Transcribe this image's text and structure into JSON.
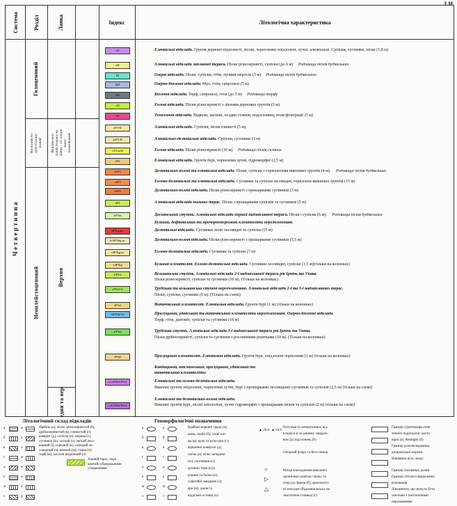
{
  "page_mark": "3 M",
  "headers": {
    "system": "Система",
    "division": "Розділ",
    "link": "Ланка",
    "index": "Індекс",
    "lithology": "Літологічна характеристика"
  },
  "system_label": "Четвертинна",
  "division_labels": {
    "holocene": "Голоценовий",
    "neopleist_holo": "Неоплейсто-цен-голоце-новий",
    "neopleist": "Неоплейстоценовий"
  },
  "link_labels": {
    "upper_holo": "Верхня нео-плейстоцено-ва ланка - го-лоцен непо-членований",
    "upper": "Верхня",
    "middle_upper": "Середня та верхня"
  },
  "rows": [
    {
      "index": "eH",
      "color": "#c58cf0",
      "text_b": "Елювіальні відклади.",
      "text": " Ґрунти дерново-підзолисті, лісові, чорноземні опідзолені, лучні, алювіальні.  Супіски, суглинки, піски (1,8 м)",
      "note": ""
    },
    {
      "index": "aH",
      "color": "#f0ef92",
      "text_b": "Алювіальні відклади заплавної тераси.",
      "text": "  Піски різнозернисті, супіски (до 6 м)",
      "note": "Родовища пісків будівельних"
    },
    {
      "index": "lH",
      "color": "#66e6d2",
      "text_b": "Озерні відклади.",
      "text": "  Піски, супіски, гітія, лучний мергель (3 м)",
      "note": "Родовища пісків будівельних"
    },
    {
      "index": "lbH",
      "color": "#a9b7e6",
      "text_b": "Озерно-біогенні відклади.",
      "text": "  Мул, гітія, сапропелі (5 м)",
      "note": ""
    },
    {
      "index": "bH",
      "color": "#6d7a86",
      "text_b": "Біогенні відклади.",
      "text": "  Торф, сапропелі, гітія (до 5 м)",
      "note": "Родовища торфу"
    },
    {
      "index": "vH",
      "color": "#c9ee3a",
      "text_b": "Еолові відклади.",
      "text": "  Піски різнозернисті з лінзами дернових ґрунтів (5 м)",
      "note": ""
    },
    {
      "index": "tH",
      "color": "#e84a8d",
      "text_b": "Техногенні відклади.",
      "text": "  Відвали, насипи, осадки ставків, водосховищ, поля фільтрації (5 м)",
      "note": ""
    },
    {
      "index": "aP3-H",
      "color": "#f3e9a2",
      "text_b": "Алювіальні відклади.",
      "text": "  Супіски, піски глинисті (5 м)",
      "note": ""
    },
    {
      "index": "adP3-H",
      "color": "#f1e7a8",
      "text_b": "Алювіально-делювіальні відклади.",
      "text": "  Супіски, суглинки (3 м)",
      "note": ""
    },
    {
      "index": "vP3-pcH",
      "color": "#ecef56",
      "text_b": "Еолові відклади.",
      "text": "  Піски різнозернисті (10 м)",
      "note": "Родовища пісків скляних"
    },
    {
      "index": "eP3",
      "color": "#f2c97a",
      "text_b": "Елювіальні відклади.",
      "text": "  Ґрунти бурі, чорноземи лучні, гідроморфні (2,5 м)",
      "note": ""
    },
    {
      "index": "dvP3",
      "color": "#f08848",
      "text_b": "Делювіально-еолові та елювіальні відклади.",
      "text": "  Піски, супіски з горизонтами викопних ґрунтів (4 м).",
      "note": "Родовища пісків будівельних"
    },
    {
      "index": "vdP3",
      "color": "#ef8e55",
      "text_b": "Еолово-делювіальні та елювіальні відклади.",
      "text": "  Суглинки та супіски лесовидні, горизонти викопних ґрунтів (15 м)",
      "note": ""
    },
    {
      "index": "dvP3",
      "color": "#f07b3f",
      "text_b": "Делювіально-еолові відклади.",
      "text": "  Піски різнозернисті з прошарками суглинків (3 м)",
      "note": ""
    },
    {
      "index": "aP3",
      "color": "#c4ee58",
      "text_b": "Алювіальні відклади низьких терас.",
      "text": "  Піски з прошарками супісків та суглинків (5 м)",
      "note": ""
    },
    {
      "index": "a¹P3ds",
      "color": "#d9f5a8",
      "text_b": "Деснянський ступінь. Алювіальні відклади першої надзаплавної тераси.",
      "text": " Піски і супіски (6 м).",
      "note": "Родовища пісків будівельних"
    },
    {
      "index": "",
      "color": "",
      "text_b": "Бузький, дофінівський та причорноморський кліматоліти нерозчленовані.",
      "text": "",
      "note": ""
    },
    {
      "index": "dP3bg-pc",
      "color": "#e33b3b",
      "text_b": "Делювіальні відклади.",
      "text": "  Суглинки легкі лесовидні та супіски (15 м)",
      "note": ""
    },
    {
      "index": "d-ldP3bg-pc",
      "color": "#efe7b5",
      "text_b": "Делювіально-еолові відклади.",
      "text": "  Піски різнозернисті з прошарками суглинків (5,5 м)",
      "note": ""
    },
    {
      "index": "vdP3bg-pc",
      "color": "#f4e5a6",
      "text_b": "Еолово-делювіальні відклади.",
      "text": "  Суглинки та супіски (7 м)",
      "note": ""
    },
    {
      "index": "vdP3bg",
      "color": "#f4dd8e",
      "text_b": "Бузький кліматоліт. Еолово-делювіальні відклади.",
      "text": "  Суглинки лесовидні, супіски (1,5 м)(тільки на колонках)",
      "note": ""
    },
    {
      "index": "a²P3vl",
      "color": "#c8ea5a",
      "text_b": "Вільшанська ступінь. Алювіальні відклади 2-ї надзаплавної тераси рік Ірпінь та Унава.",
      "text": "",
      "note": ""
    },
    {
      "index": "",
      "color": "",
      "text_b": "",
      "text": "Піски різнозернисті, супіски та суглинки (10 м). (Тільки на колонках)",
      "note": ""
    },
    {
      "index": "a²P3vl-tr",
      "color": "#9fe35a",
      "text_b": "Трубізька та вільшанська ступені нерозчленовані. Алювіальні відклади 2-ї та 3-ї надзаплавних терас.",
      "text": "",
      "note": ""
    },
    {
      "index": "",
      "color": "",
      "text_b": "",
      "text": "Піски, супіски, суглинки (9 м). (Тільки на схемі)",
      "note": ""
    },
    {
      "index": "eP3vt",
      "color": "#f4d77a",
      "text_b": "Витачівський кліматоліт. Елювіальні відклади.",
      "text": "  Ґрунти бурі (1 м) (тільки на колонках)",
      "note": ""
    },
    {
      "index": "l,lbP3pl-vt",
      "color": "#77b7e8",
      "text_b": "Прилуцький, удайський та витачівський кліматоліти нерозчленовані. Озерно-біогенні відклади.",
      "text": "",
      "note": ""
    },
    {
      "index": "",
      "color": "",
      "text_b": "",
      "text": "Торф, гітія, діатоміт, супіски та суглинки (18 м)",
      "note": ""
    },
    {
      "index": "a³P3tb",
      "color": "#7fe05a",
      "text_b": "Трубізька ступінь. Алювіальні відклади 3-ї надзаплавної тераси рік Ірпінь та Унава.",
      "text": "",
      "note": ""
    },
    {
      "index": "",
      "color": "",
      "text_b": "",
      "text": "Піски дрібнозернисті, супіски та суглинки з рослинними рештками (10 м). (Тільки на колонках)",
      "note": ""
    },
    {
      "index": "eP3pl",
      "color": "#f1d48a",
      "text_b": "Прилуцький кліматоліт. Елювіальні відклади.",
      "text": "  Ґрунти бурі, опідзолені чорноземи (1 м) (тільки на колонках)",
      "note": ""
    },
    {
      "index": "",
      "color": "",
      "text_b": "Кайдацький, тясминський, прилуцький, удайський та",
      "text": "",
      "note": ""
    },
    {
      "index": "",
      "color": "",
      "text_b": "витачівський кліматоліти:",
      "text": "",
      "note": ""
    },
    {
      "index": "e,vdP2kd-P3vt",
      "color": "#c77ee8",
      "text_b": "Елювіальні та еолово-делювіальні відклади.",
      "text": "",
      "note": ""
    },
    {
      "index": "",
      "color": "",
      "text_b": "",
      "text": "Викопні ґрунти опідзолені, чорноземи лучні, бурі з прошарками лесовидних суглинків та супісків (2,5 м) (тільки на схемі)",
      "note": ""
    },
    {
      "index": "",
      "color": "",
      "text_b": "Елювіальні та делювіально-еолові відклади.",
      "text": "",
      "note": ""
    },
    {
      "index": "e,dvP2kd-P3vt",
      "color": "#b96ee0",
      "text_b": "",
      "text": "Викопні ґрунти бурі, лісові опілзолені, лучні гідроморфні з прошарками пісків та супісків (2 м) (тільки на схемі)",
      "note": ""
    }
  ],
  "legend": {
    "lith_title": "Літологічний склад відкладів",
    "lith_text": [
      "Щебінь (а); пісок: різнозернистий (б),",
      "дрібнозернистий (в), глинистий (г);",
      "алеврит (д); супісок (е); морена (с);",
      "суглинок (ж): легкий (з), легкий лесо-",
      "видний (і), середній (к), середній ле-",
      "совидний (л), важкий (м); глина (п);",
      "торф (м); касопiя вторинний (н)"
    ],
    "terrace_text": [
      "Алювій терас, пере-",
      "критий субаеральними",
      "утвореннями"
    ],
    "geo_title": "Геоморфологічні позначення",
    "geo_text": [
      "Крайові моренні гряди (а);",
      "ками, горби (б); озові пас-",
      "ма (в); вали та кучугури (г);",
      "вершинні поверхні (д);",
      "пасма (е); мілкі западини",
      "(ж); улоговини (з);",
      "долинні тераси (і);",
      "ровини та балки (к);",
      "суфозійні западини (л);",
      "яри (м); дюни та",
      "віддільні останці (н)"
    ],
    "thick_text": [
      "Потужність четвертинних від-",
      "кладів в м за даними: свердло-",
      "вин (а); відслонень (б)",
      "",
      "Опорний розріз та його номер",
      "",
      "",
      "Місця знаходження викопних",
      "органічних решток: пилку та",
      "спор (а); фауни (б); археологіч-",
      "ні знахідки (Радомишльська па-",
      "леолітична стоянка) (г)"
    ],
    "bound_text": [
      "Границі стратиграфо-гене-",
      "тичних підрозділів: досто-",
      "вірні (а); ймовірні (б)",
      "Границі розповсюдження",
      "дніпровської морени",
      "Напрямок руху льоду",
      "",
      "Границі похованих долин",
      "Границі літолого-фаціальних",
      "різновидів",
      "Лінеаменти, що можуть бути",
      "пов'язані з тектонічними",
      "порушеннями"
    ],
    "depths": [
      "20,0",
      "10,0"
    ]
  }
}
